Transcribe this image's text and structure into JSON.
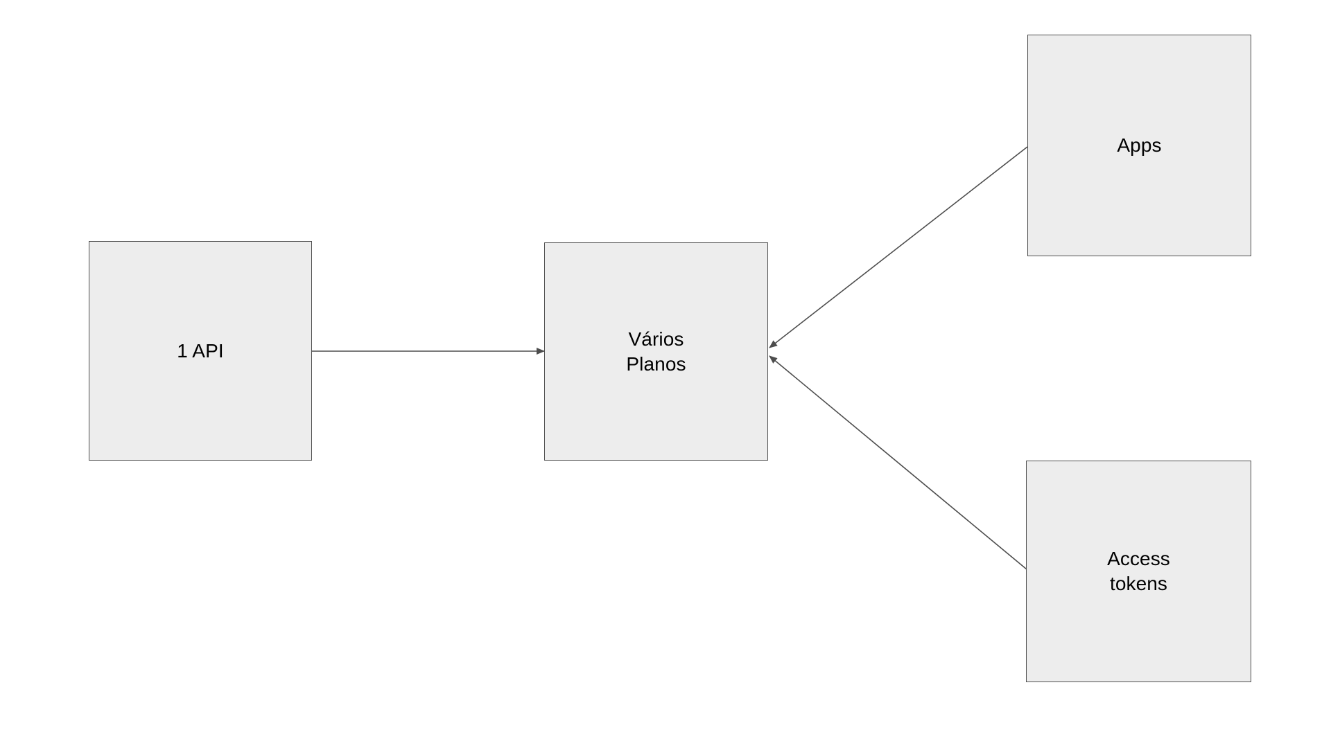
{
  "diagram": {
    "background_color": "#ffffff",
    "node_fill_color": "#ededed",
    "node_border_color": "#4d4d4d",
    "edge_color": "#4d4d4d",
    "text_color": "#000000",
    "nodes": [
      {
        "id": "api",
        "label": "1 API"
      },
      {
        "id": "planos",
        "label": "Vários\nPlanos"
      },
      {
        "id": "apps",
        "label": "Apps"
      },
      {
        "id": "tokens",
        "label": "Access\ntokens"
      }
    ],
    "edges": [
      {
        "id": "api-to-planos",
        "from": "api",
        "to": "planos",
        "arrow": "end",
        "label": ""
      },
      {
        "id": "apps-to-planos",
        "from": "apps",
        "to": "planos",
        "arrow": "end",
        "label": ""
      },
      {
        "id": "tokens-to-planos",
        "from": "tokens",
        "to": "planos",
        "arrow": "end",
        "label": ""
      }
    ]
  }
}
